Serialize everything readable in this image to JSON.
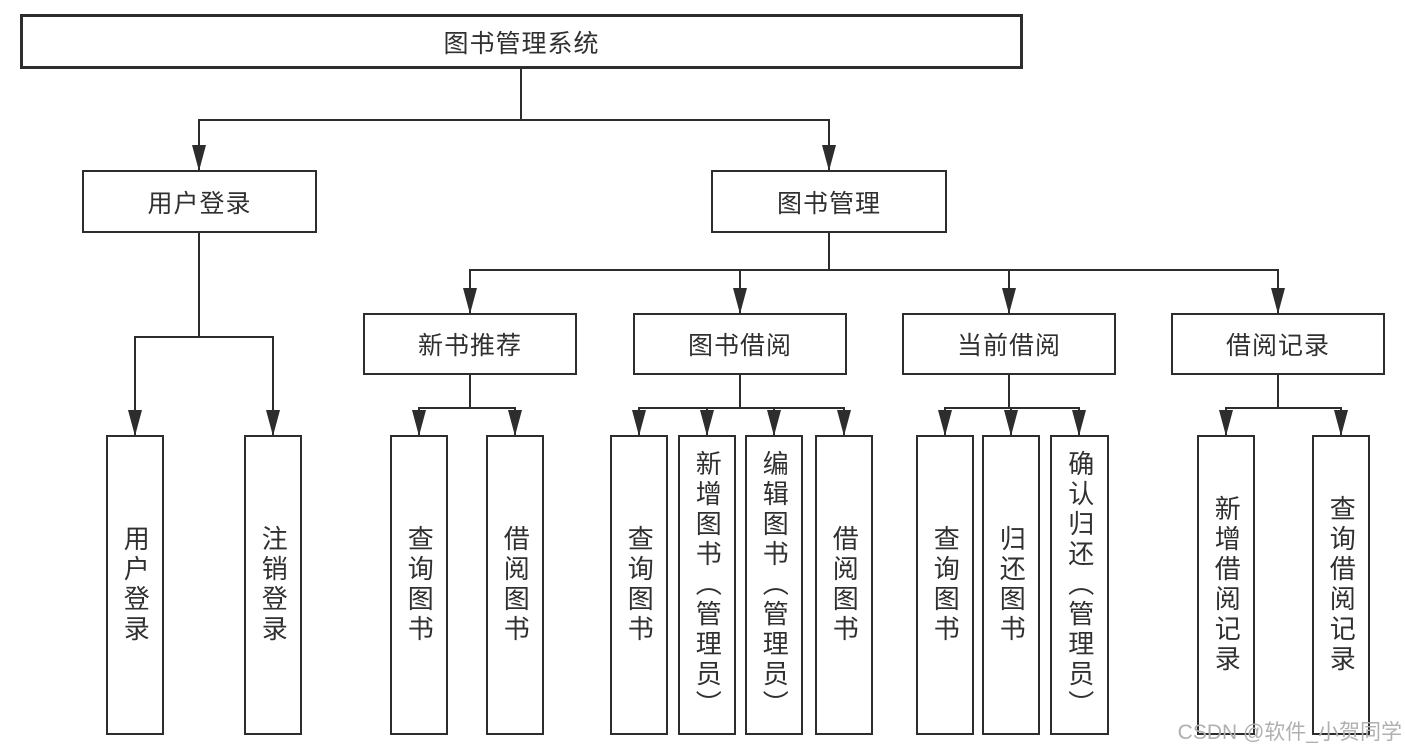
{
  "colors": {
    "line": "#2d2d2d",
    "watermark": "#b0b0b0"
  },
  "watermark": {
    "text": "CSDN @软件_小贺同学"
  },
  "tree": {
    "root": {
      "label": "图书管理系统",
      "children": [
        {
          "label": "用户登录",
          "children": [
            {
              "label": "用户登录"
            },
            {
              "label": "注销登录"
            }
          ]
        },
        {
          "label": "图书管理",
          "children": [
            {
              "label": "新书推荐",
              "children": [
                {
                  "label": "查询图书"
                },
                {
                  "label": "借阅图书"
                }
              ]
            },
            {
              "label": "图书借阅",
              "children": [
                {
                  "label": "查询图书"
                },
                {
                  "label": "新增图书（管理员）"
                },
                {
                  "label": "编辑图书（管理员）"
                },
                {
                  "label": "借阅图书"
                }
              ]
            },
            {
              "label": "当前借阅",
              "children": [
                {
                  "label": "查询图书"
                },
                {
                  "label": "归还图书"
                },
                {
                  "label": "确认归还（管理员）"
                }
              ]
            },
            {
              "label": "借阅记录",
              "children": [
                {
                  "label": "新增借阅记录"
                },
                {
                  "label": "查询借阅记录"
                }
              ]
            }
          ]
        }
      ]
    }
  }
}
